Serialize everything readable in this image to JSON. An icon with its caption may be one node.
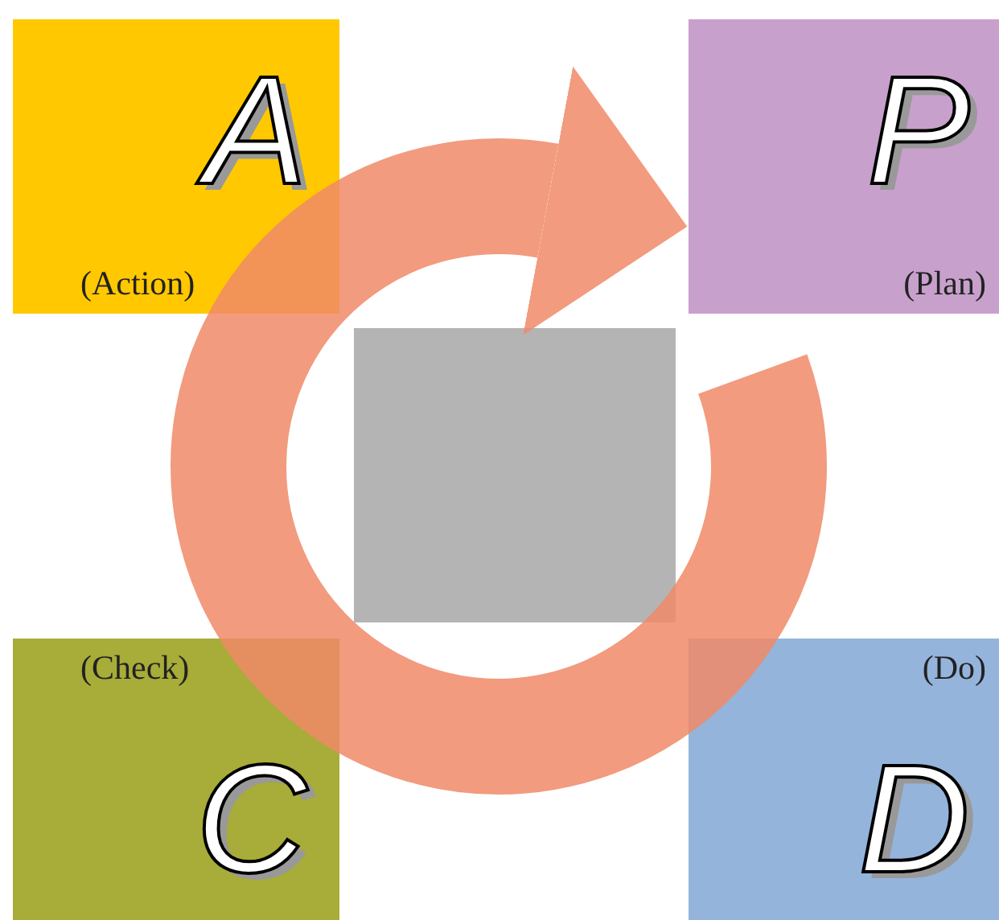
{
  "diagram": {
    "nodes": [
      {
        "text": [
          "A",
          "(Action)"
        ]
      },
      {
        "text": [
          "P",
          "(Plan)"
        ]
      },
      {
        "text": [],
        "shape": "box"
      },
      {
        "text": [
          "(Check)",
          "C"
        ]
      },
      {
        "text": [
          "(Do)",
          "D"
        ]
      }
    ],
    "edges": [
      {
        "from": null,
        "to": 1,
        "arrow": "to"
      }
    ]
  }
}
